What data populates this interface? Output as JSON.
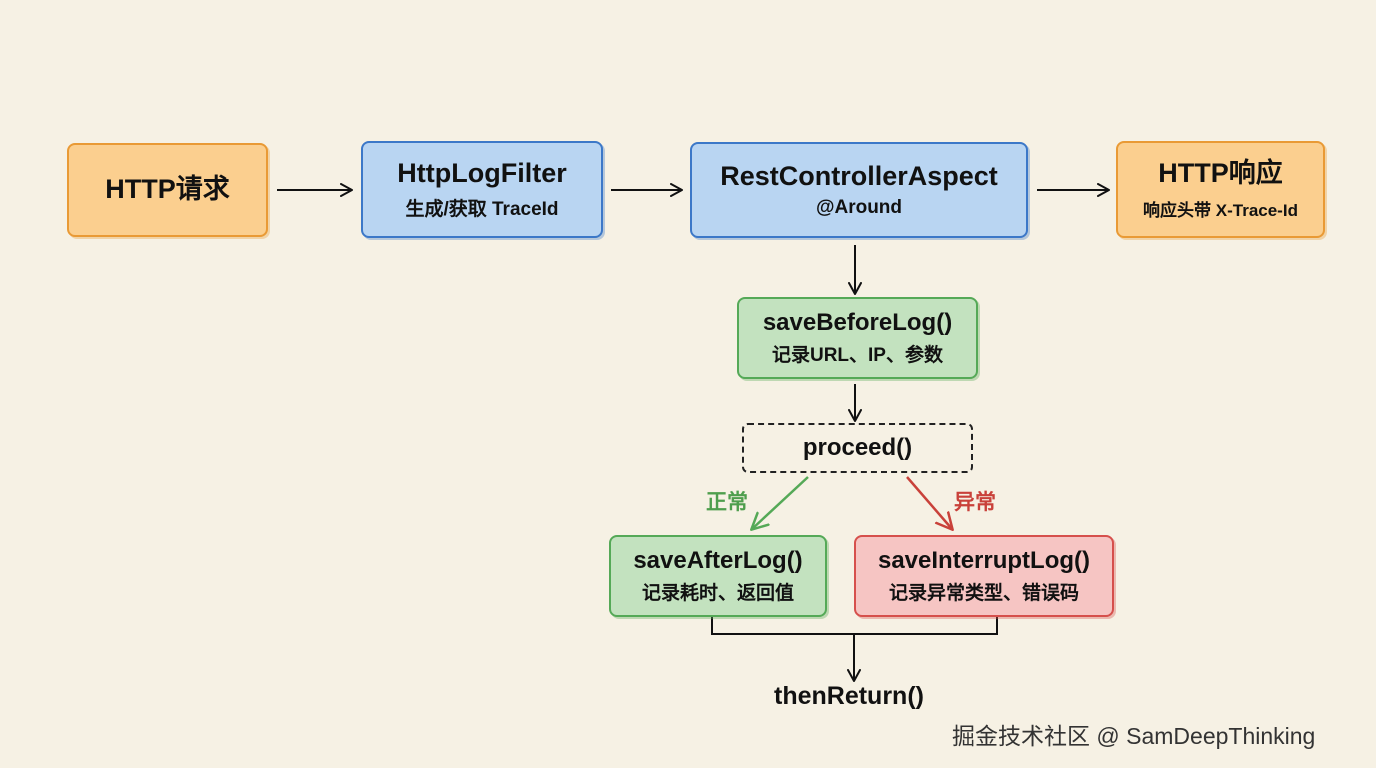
{
  "nodes": {
    "http_request": {
      "title": "HTTP请求"
    },
    "http_log_filter": {
      "title": "HttpLogFilter",
      "subtitle": "生成/获取 TraceId"
    },
    "rest_controller_aspect": {
      "title": "RestControllerAspect",
      "subtitle": "@Around"
    },
    "http_response": {
      "title": "HTTP响应",
      "subtitle": "响应头带 X-Trace-Id"
    },
    "save_before_log": {
      "title": "saveBeforeLog()",
      "subtitle": "记录URL、IP、参数"
    },
    "proceed": {
      "title": "proceed()"
    },
    "save_after_log": {
      "title": "saveAfterLog()",
      "subtitle": "记录耗时、返回值"
    },
    "save_interrupt_log": {
      "title": "saveInterruptLog()",
      "subtitle": "记录异常类型、错误码"
    },
    "then_return": {
      "title": "thenReturn()"
    }
  },
  "edge_labels": {
    "normal": "正常",
    "exception": "异常"
  },
  "colors": {
    "background": "#f6f1e4",
    "orange_fill": "#fbcf8f",
    "orange_border": "#e99a35",
    "blue_fill": "#b9d5f2",
    "blue_border": "#3c78c8",
    "green_fill": "#c3e2bf",
    "green_border": "#55a957",
    "red_fill": "#f6c5c3",
    "red_border": "#d6504c",
    "normal_label": "#4e9e4d",
    "exception_label": "#c9413a"
  },
  "watermark": "掘金技术社区 @ SamDeepThinking"
}
